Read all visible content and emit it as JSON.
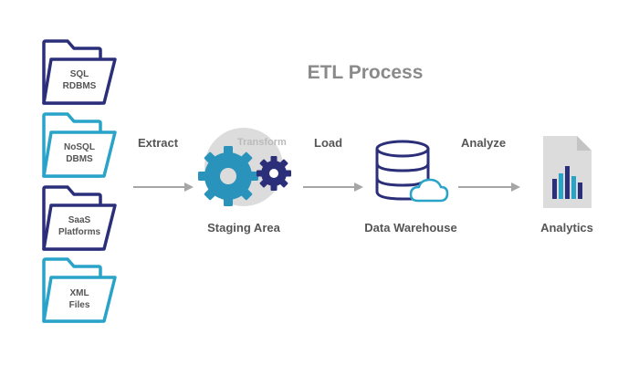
{
  "title": "ETL Process",
  "sources": [
    {
      "line1": "SQL",
      "line2": "RDBMS",
      "color": "#2b2f7a"
    },
    {
      "line1": "NoSQL",
      "line2": "DBMS",
      "color": "#29a3c8"
    },
    {
      "line1": "SaaS",
      "line2": "Platforms",
      "color": "#2b2f7a"
    },
    {
      "line1": "XML",
      "line2": "Files",
      "color": "#29a3c8"
    }
  ],
  "steps": {
    "extract": "Extract",
    "transform": "Transform",
    "load": "Load",
    "analyze": "Analyze"
  },
  "nodes": {
    "staging": "Staging Area",
    "warehouse": "Data Warehouse",
    "analytics": "Analytics"
  },
  "icons": {
    "source": "folder-icon",
    "staging": "gears-icon",
    "warehouse": "database-cloud-icon",
    "analytics": "bar-chart-document-icon"
  },
  "colors": {
    "navy": "#2b2f7a",
    "teal": "#29a3c8",
    "title": "#8a8a8a",
    "arrow": "#a6a6a6"
  }
}
